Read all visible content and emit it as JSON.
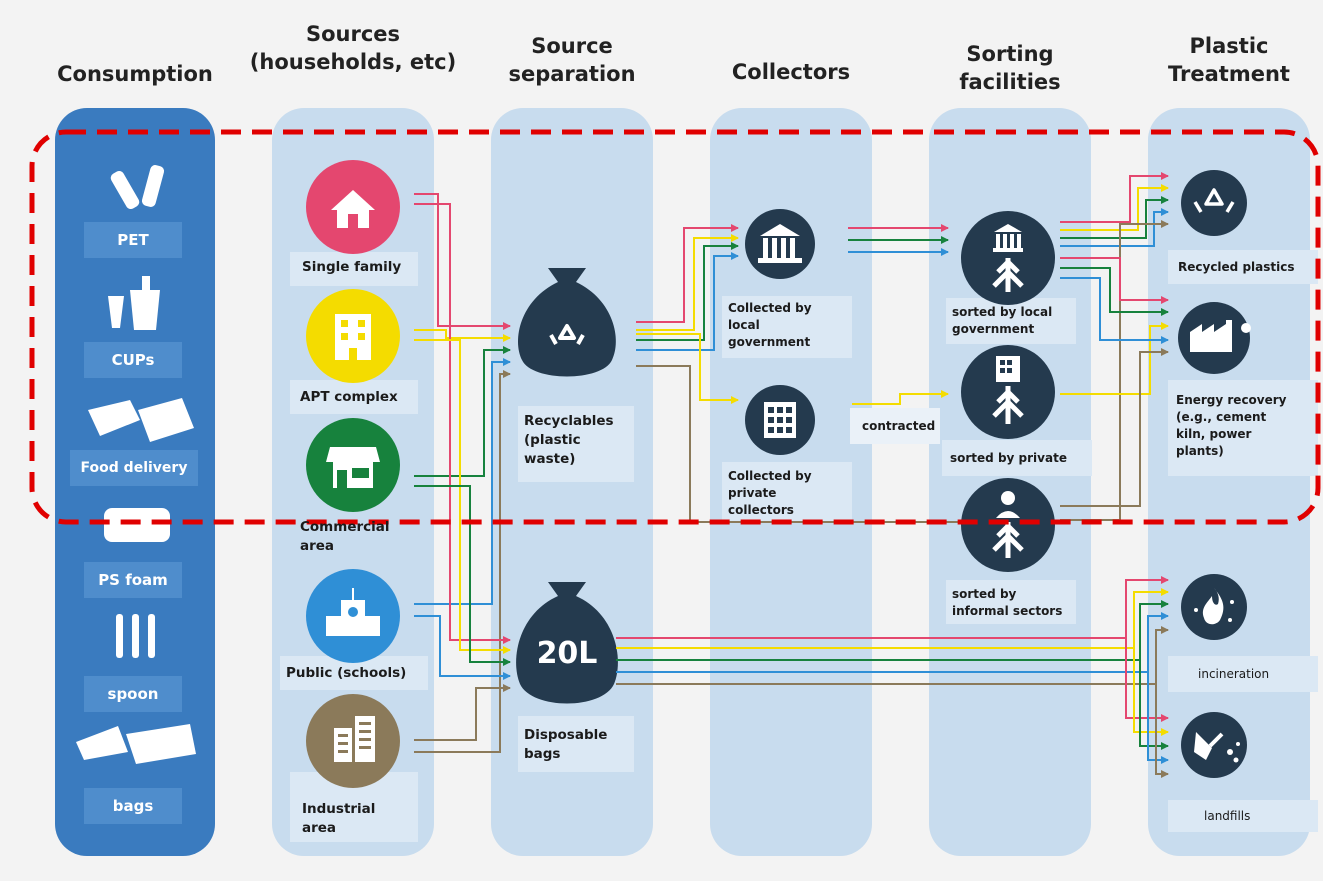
{
  "headers": {
    "consumption": "Consumption",
    "sources": "Sources\n(households, etc)",
    "source_separation": "Source\nseparation",
    "collectors": "Collectors",
    "sorting": "Sorting\nfacilities",
    "treatment": "Plastic\nTreatment"
  },
  "consumption_items": [
    "PET",
    "CUPs",
    "Food delivery",
    "PS foam",
    "spoon",
    "bags"
  ],
  "sources": [
    "Single family",
    "APT complex",
    "Commercial\narea",
    "Public (schools)",
    "Industrial\narea"
  ],
  "separation": {
    "recyclables": "Recyclables\n(plastic\nwaste)",
    "bag_size": "20L",
    "disposable": "Disposable\nbags"
  },
  "collectors": {
    "local": "Collected by\nlocal\ngovernment",
    "private": "Collected by\nprivate\ncollectors",
    "contracted": "contracted"
  },
  "sorting": {
    "local": "sorted by local\ngovernment",
    "private": "sorted by private",
    "informal": "sorted by\ninformal sectors"
  },
  "treatment": {
    "recycled": "Recycled plastics",
    "energy": "Energy recovery\n(e.g., cement\nkiln, power\nplants)",
    "incineration": "incineration",
    "landfills": "landfills"
  },
  "colors": {
    "dark_blue_column": "#3a7bbf",
    "light_column": "#c8dcee",
    "node_dark": "#243a4e",
    "pink": "#e4476f",
    "yellow": "#f4dc00",
    "green": "#17823d",
    "blue": "#2f8fd6",
    "khaki": "#8b7a5a",
    "highlight": "#e00000"
  }
}
